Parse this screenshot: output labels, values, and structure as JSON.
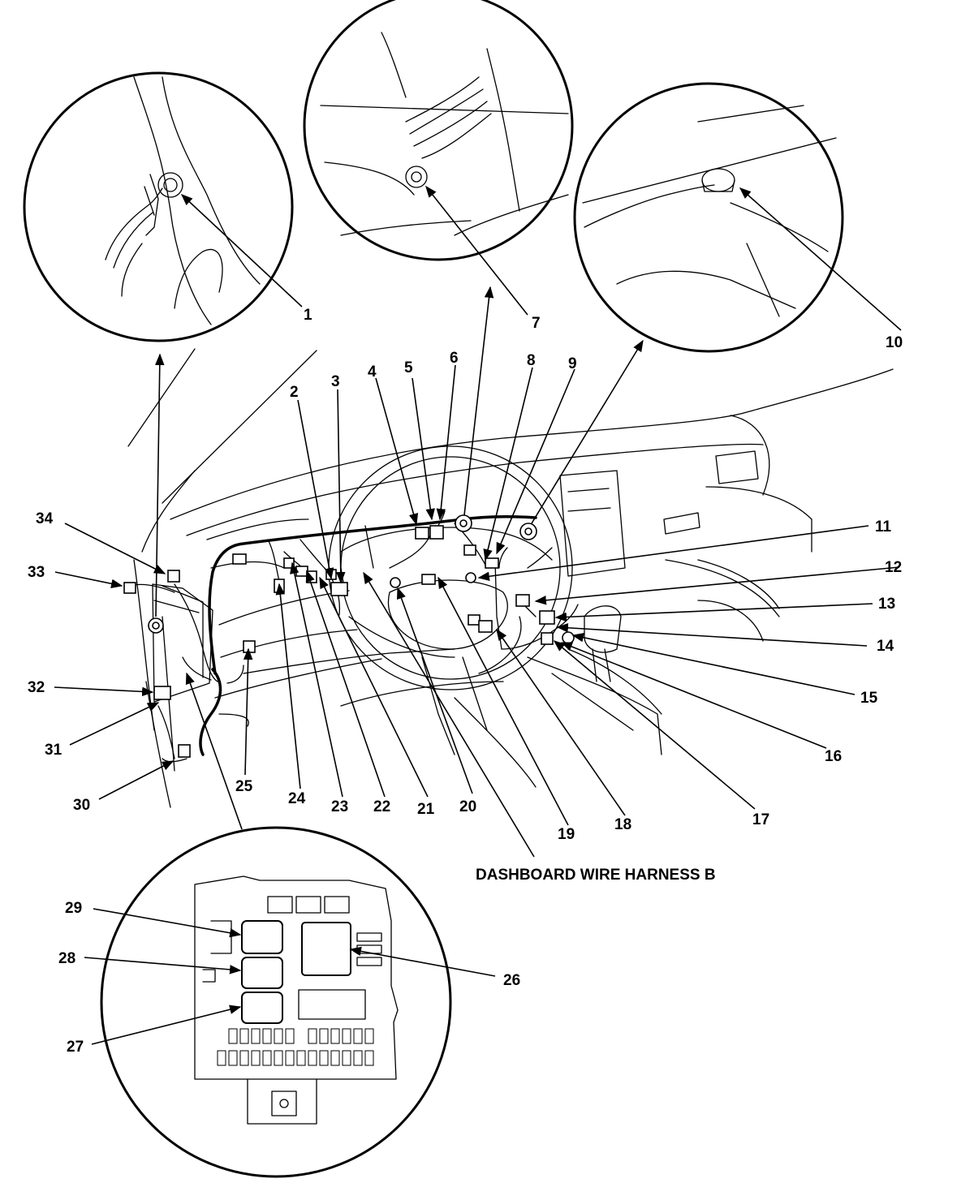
{
  "harness_label": "DASHBOARD WIRE HARNESS B",
  "callouts": [
    {
      "id": "1",
      "text": "1"
    },
    {
      "id": "2",
      "text": "2"
    },
    {
      "id": "3",
      "text": "3"
    },
    {
      "id": "4",
      "text": "4"
    },
    {
      "id": "5",
      "text": "5"
    },
    {
      "id": "6",
      "text": "6"
    },
    {
      "id": "7",
      "text": "7"
    },
    {
      "id": "8",
      "text": "8"
    },
    {
      "id": "9",
      "text": "9"
    },
    {
      "id": "10",
      "text": "10"
    },
    {
      "id": "11",
      "text": "11"
    },
    {
      "id": "12",
      "text": "12"
    },
    {
      "id": "13",
      "text": "13"
    },
    {
      "id": "14",
      "text": "14"
    },
    {
      "id": "15",
      "text": "15"
    },
    {
      "id": "16",
      "text": "16"
    },
    {
      "id": "17",
      "text": "17"
    },
    {
      "id": "18",
      "text": "18"
    },
    {
      "id": "19",
      "text": "19"
    },
    {
      "id": "20",
      "text": "20"
    },
    {
      "id": "21",
      "text": "21"
    },
    {
      "id": "22",
      "text": "22"
    },
    {
      "id": "23",
      "text": "23"
    },
    {
      "id": "24",
      "text": "24"
    },
    {
      "id": "25",
      "text": "25"
    },
    {
      "id": "26",
      "text": "26"
    },
    {
      "id": "27",
      "text": "27"
    },
    {
      "id": "28",
      "text": "28"
    },
    {
      "id": "29",
      "text": "29"
    },
    {
      "id": "30",
      "text": "30"
    },
    {
      "id": "31",
      "text": "31"
    },
    {
      "id": "32",
      "text": "32"
    },
    {
      "id": "33",
      "text": "33"
    },
    {
      "id": "34",
      "text": "34"
    }
  ]
}
